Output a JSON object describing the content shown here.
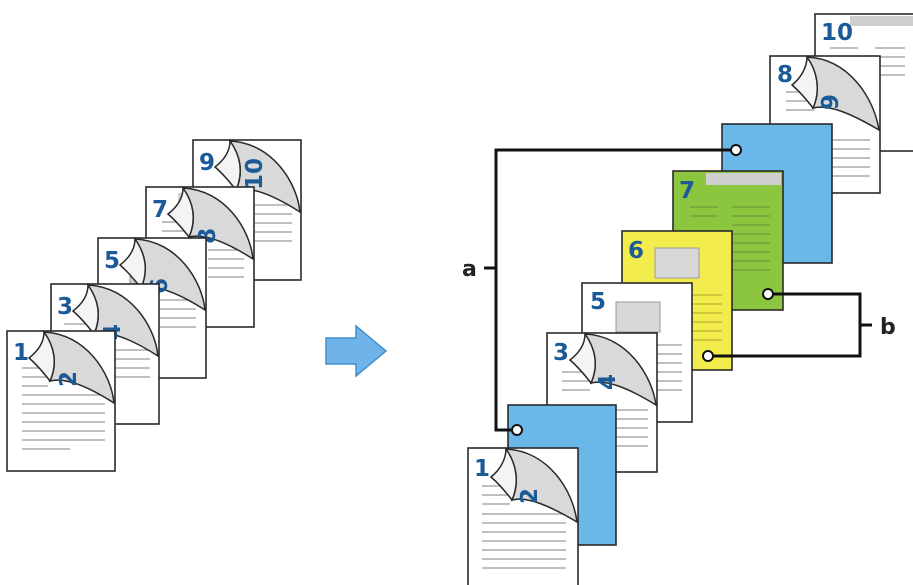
{
  "left_stack": {
    "sheets": [
      {
        "front": "1",
        "back": "2"
      },
      {
        "front": "3",
        "back": "4"
      },
      {
        "front": "5",
        "back": "6"
      },
      {
        "front": "7",
        "back": "8"
      },
      {
        "front": "9",
        "back": "10"
      }
    ]
  },
  "arrow": {
    "fill": "#6fb3e8",
    "stroke": "#3f8fcf"
  },
  "right_stack": {
    "sheets": [
      {
        "front": "1",
        "back": "2",
        "type": "page"
      },
      {
        "type": "insert",
        "label": "",
        "color": "#6ab8ea"
      },
      {
        "front": "3",
        "back": "4",
        "type": "page"
      },
      {
        "front": "5",
        "type": "page"
      },
      {
        "front": "6",
        "type": "insert",
        "color": "#f2ec4c"
      },
      {
        "front": "7",
        "type": "insert",
        "color": "#8cc63f"
      },
      {
        "type": "insert",
        "color": "#6ab8ea"
      },
      {
        "front": "8",
        "back": "9",
        "type": "page"
      },
      {
        "front": "10",
        "type": "page"
      }
    ]
  },
  "labels": {
    "a": "a",
    "b": "b"
  },
  "colors": {
    "number": "#1b5a96",
    "blue_sheet": "#6ab8ea",
    "yellow_sheet": "#f2ec4c",
    "green_sheet": "#8cc63f"
  }
}
